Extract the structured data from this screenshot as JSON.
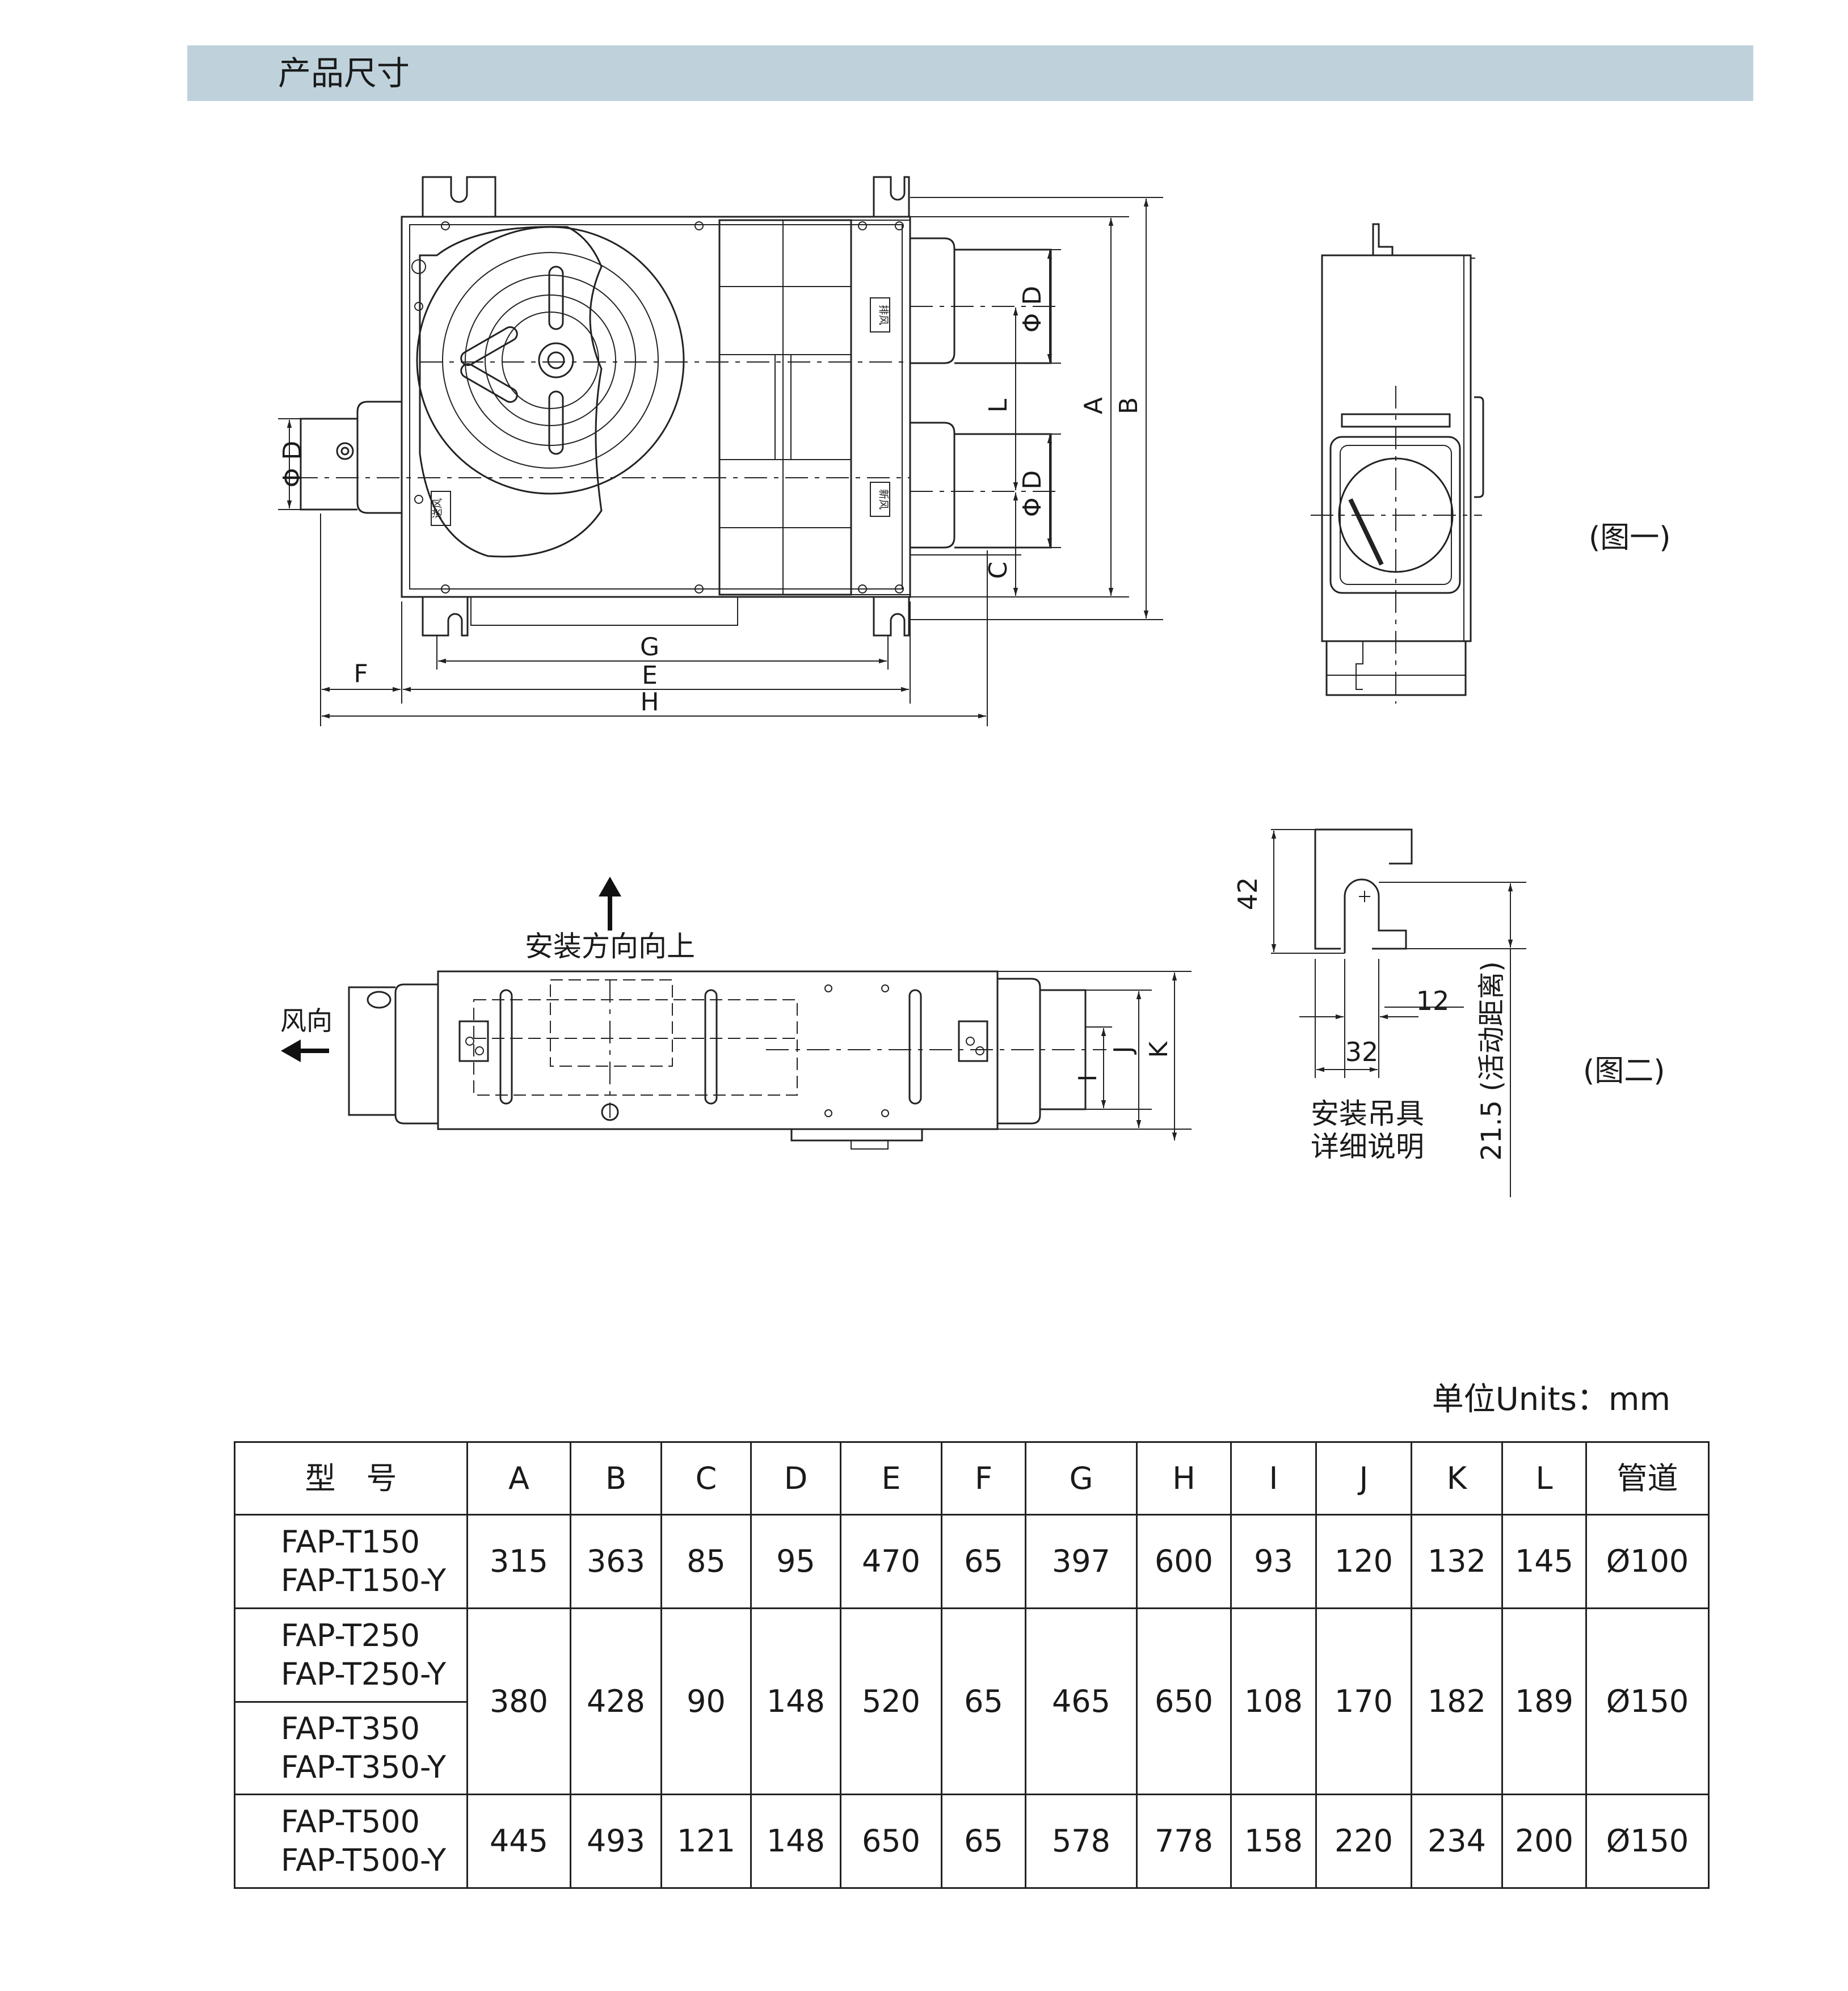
{
  "header": {
    "title": "产品尺寸"
  },
  "figure1": {
    "caption": "(图一)",
    "labels": {
      "A": "A",
      "B": "B",
      "C": "C",
      "D_left": "Φ D",
      "D_top": "Φ D",
      "D_bottom": "Φ D",
      "L": "L",
      "E": "E",
      "F": "F",
      "G": "G",
      "H": "H"
    },
    "tag_outlet": "排风",
    "tag_fresh": "新风",
    "tag_supply": "送风"
  },
  "figure2": {
    "caption": "(图二)",
    "direction_up": "安装方向向上",
    "wind": "风向",
    "labels": {
      "I": "I",
      "J": "J",
      "K": "K"
    },
    "hanger": {
      "dim_42": "42",
      "dim_12": "12",
      "dim_32": "32",
      "dim_vertical": "21.5 (活动距离)",
      "note_line1": "安装吊具",
      "note_line2": "详细说明"
    }
  },
  "table": {
    "unit_label": "单位Units：mm",
    "headers": [
      "型　号",
      "A",
      "B",
      "C",
      "D",
      "E",
      "F",
      "G",
      "H",
      "I",
      "J",
      "K",
      "L",
      "管道"
    ],
    "rows": [
      {
        "models": [
          "FAP-T150",
          "FAP-T150-Y"
        ],
        "values": [
          "315",
          "363",
          "85",
          "95",
          "470",
          "65",
          "397",
          "600",
          "93",
          "120",
          "132",
          "145",
          "Ø100"
        ]
      },
      {
        "models": [
          "FAP-T250",
          "FAP-T250-Y"
        ],
        "values": [
          "380",
          "428",
          "90",
          "148",
          "520",
          "65",
          "465",
          "650",
          "108",
          "170",
          "182",
          "189",
          "Ø150"
        ]
      },
      {
        "models": [
          "FAP-T350",
          "FAP-T350-Y"
        ]
      },
      {
        "models": [
          "FAP-T500",
          "FAP-T500-Y"
        ],
        "values": [
          "445",
          "493",
          "121",
          "148",
          "650",
          "65",
          "578",
          "778",
          "158",
          "220",
          "234",
          "200",
          "Ø150"
        ]
      }
    ]
  }
}
